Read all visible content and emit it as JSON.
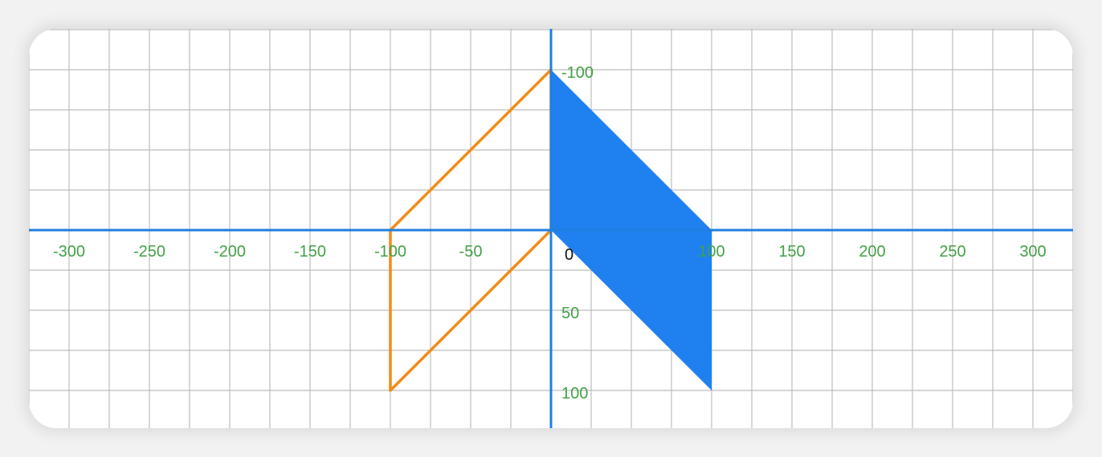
{
  "chart_data": {
    "type": "coordinate-plane",
    "x_ticks": [
      "-300",
      "-250",
      "-200",
      "-150",
      "-100",
      "-50",
      "100",
      "150",
      "200",
      "250",
      "300"
    ],
    "y_ticks": [
      "-100",
      "50",
      "100"
    ],
    "origin_label": "0",
    "grid": true,
    "grid_step": 25,
    "y_axis_direction": "down",
    "shapes": [
      {
        "name": "orange-outline-parallelogram",
        "style": "outline",
        "color": "#f28c18",
        "points": [
          [
            0,
            -100
          ],
          [
            0,
            0
          ],
          [
            -100,
            100
          ],
          [
            -100,
            0
          ]
        ]
      },
      {
        "name": "blue-filled-parallelogram",
        "style": "filled",
        "color": "#1f80f0",
        "points": [
          [
            0,
            -100
          ],
          [
            100,
            0
          ],
          [
            100,
            100
          ],
          [
            0,
            0
          ]
        ]
      }
    ]
  },
  "colors": {
    "axis": "#1e7fe0",
    "grid": "#bdbdbd",
    "tick_label": "#43a047",
    "origin_label": "#111111"
  }
}
